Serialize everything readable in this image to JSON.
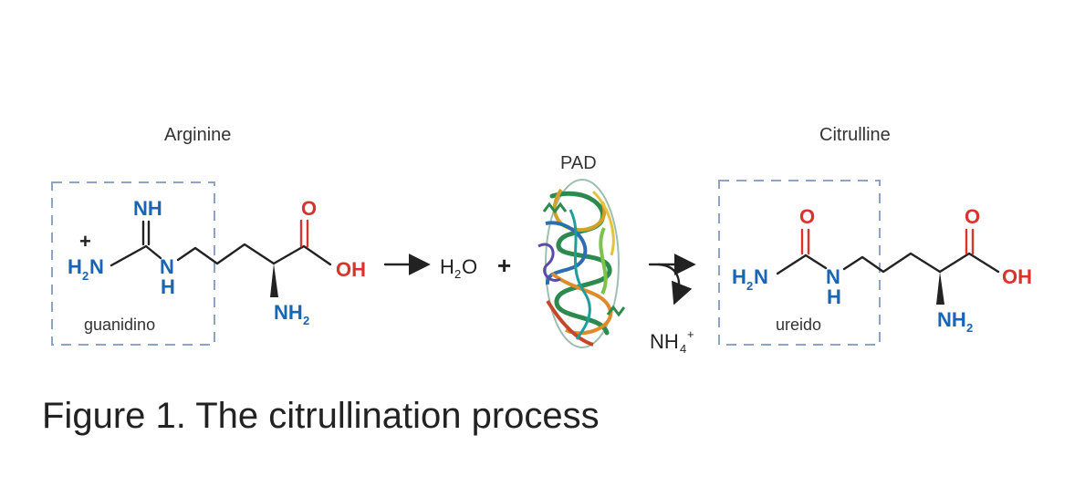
{
  "colors": {
    "nitrogen": "#1a64b4",
    "oxygen": "#d9342b",
    "carbon": "#222222",
    "dashed_box": "#8fa4c4"
  },
  "arginine": {
    "title": "Arginine",
    "group_label": "guanidino",
    "charge": "+",
    "imine": "NH",
    "amine": "H",
    "amine_sub": "2",
    "amine_N": "N",
    "chain_N": "N",
    "chain_H": "H",
    "carbonyl_O": "O",
    "hydroxyl": "OH",
    "alpha_amine": "NH",
    "alpha_amine_sub": "2"
  },
  "reaction": {
    "water": "H",
    "water_sub": "2",
    "water_O": "O",
    "plus": "+",
    "enzyme": "PAD",
    "byproduct": "NH",
    "byproduct_sub": "4",
    "byproduct_charge": "+",
    "protein_icon": "pad-enzyme-protein-structure-icon"
  },
  "citrulline": {
    "title": "Citrulline",
    "group_label": "ureido",
    "carbonyl_O_ureido": "O",
    "amine": "H",
    "amine_sub": "2",
    "amine_N": "N",
    "chain_N": "N",
    "chain_H": "H",
    "carbonyl_O": "O",
    "hydroxyl": "OH",
    "alpha_amine": "NH",
    "alpha_amine_sub": "2"
  },
  "caption": "Figure 1. The citrullination process"
}
